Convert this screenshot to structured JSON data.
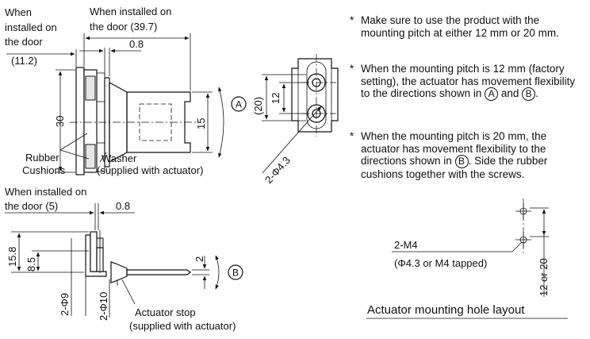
{
  "top_view": {
    "when_installed_door_l1": "When",
    "when_installed_door_l2": "installed on",
    "when_installed_door_l3": "the door",
    "dim_11_2": "(11.2)",
    "when_installed_on": "When installed on",
    "the_door_39_7": "the door (39.7)",
    "dim_0_8": "0.8",
    "dim_30": "30",
    "dim_15": "15",
    "label_A": "A",
    "rubber": "Rubber",
    "cushions": "Cushions",
    "washer": "Washer",
    "washer_supplied": "(supplied with actuator)"
  },
  "side_view": {
    "dim_20": "(20)",
    "dim_12": "12",
    "dim_2phi43": "2-Φ4.3"
  },
  "bottom_view": {
    "when_installed_on": "When installed on",
    "the_door_5": "the door (5)",
    "dim_0_8": "0.8",
    "dim_15_8": "15.8",
    "dim_8_5": "8.5",
    "dim_2phi9": "2-Φ9",
    "dim_2phi10": "2-Φ10",
    "dim_2": "2",
    "label_B": "B",
    "actuator_stop": "Actuator stop",
    "actuator_stop_supplied": "(supplied with actuator)"
  },
  "notes": [
    {
      "star": "*",
      "text": "Make sure to use the product with the mounting pitch at either 12 mm or 20 mm."
    },
    {
      "star": "*",
      "pre": "When the mounting pitch is 12 mm (factory setting), the actuator has movement flexibility to the directions shown in ",
      "c1": "A",
      "mid": " and ",
      "c2": "B",
      "post": "."
    },
    {
      "star": "*",
      "pre": "When the mounting pitch is 20 mm, the actuator has movement flexibility to the directions shown in ",
      "c1": "B",
      "post": ". Side the rubber cushions together with the screws."
    }
  ],
  "hole_layout": {
    "m4": "2-M4",
    "tapped": "(Φ4.3 or M4 tapped)",
    "pitch": "12 or 20",
    "title": "Actuator mounting hole layout"
  }
}
